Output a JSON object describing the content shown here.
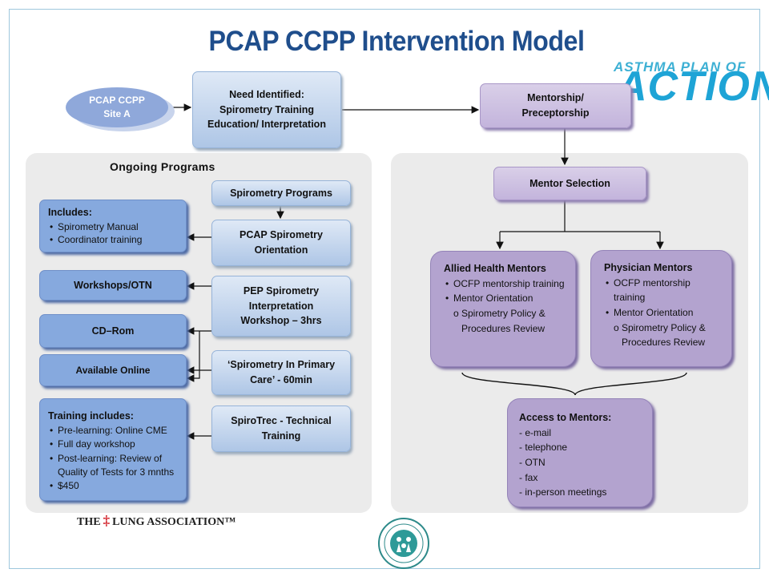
{
  "title": "PCAP CCPP Intervention Model",
  "logo_asthma": {
    "line1": "ASTHMA PLAN OF",
    "line2": "ACTION"
  },
  "site": {
    "line1": "PCAP CCPP",
    "line2": "Site A"
  },
  "need_box": [
    "Need Identified:",
    "Spirometry Training",
    "Education/ Interpretation"
  ],
  "mentorship_box": [
    "Mentorship/",
    "Preceptorship"
  ],
  "ongoing_label": "Ongoing  Programs",
  "programs": [
    {
      "lines": [
        "Spirometry Programs"
      ]
    },
    {
      "lines": [
        "PCAP Spirometry",
        "Orientation"
      ]
    },
    {
      "lines": [
        "PEP Spirometry",
        "Interpretation",
        "Workshop – 3hrs"
      ]
    },
    {
      "lines": [
        "‘Spirometry In Primary",
        "Care’ - 60min"
      ]
    },
    {
      "lines": [
        "SpiroTrec - Technical",
        "Training"
      ]
    }
  ],
  "includes": {
    "heading": "Includes:",
    "items": [
      "Spirometry Manual",
      "Coordinator training"
    ]
  },
  "workshops": "Workshops/OTN",
  "cdrom": "CD–Rom",
  "online": "Available Online",
  "training": {
    "heading": "Training includes:",
    "items": [
      "Pre-learning: Online CME",
      "Full day workshop",
      "Post-learning: Review of Quality of Tests for 3 mnths",
      "$450"
    ]
  },
  "mentor_selection": "Mentor Selection",
  "allied": {
    "heading": "Allied Health Mentors",
    "items": [
      "OCFP mentorship training",
      "Mentor Orientation"
    ],
    "sub": "Spirometry Policy & Procedures Review"
  },
  "physician": {
    "heading": "Physician Mentors",
    "items": [
      "OCFP mentorship training",
      "Mentor Orientation"
    ],
    "sub": "Spirometry Policy & Procedures Review"
  },
  "access": {
    "heading": "Access to Mentors:",
    "items": [
      "- e-mail",
      "- telephone",
      "- OTN",
      "- fax",
      "- in-person meetings"
    ]
  },
  "lung_logo": {
    "pre": "THE",
    "post": "LUNG ASSOCIATION™"
  },
  "colors": {
    "title": "#1f4e8c",
    "accent": "#1ea4d6",
    "panel": "#ebebeb",
    "purple": "#b3a3cf",
    "blue": "#86a9de"
  }
}
